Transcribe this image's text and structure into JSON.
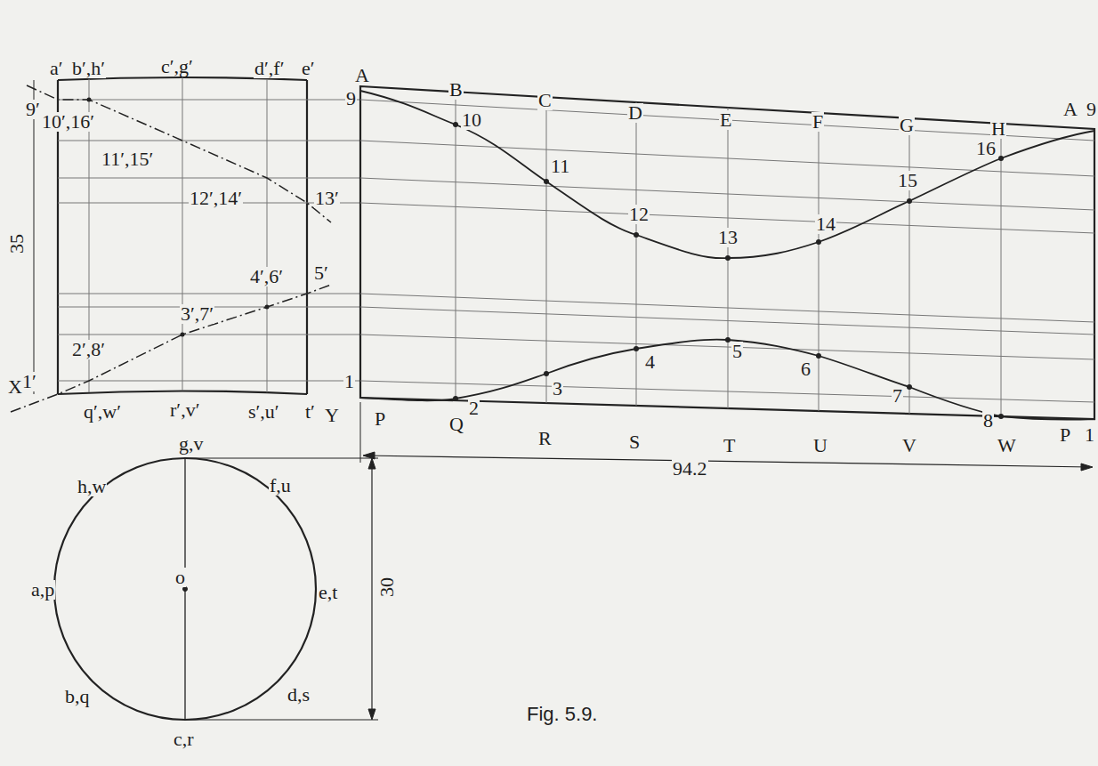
{
  "diagram": {
    "caption": "Fig. 5.9.",
    "labels": [
      "a′",
      "b′,h′",
      "c′,g′",
      "d′,f′",
      "e′",
      "9′",
      "10′,16′",
      "11′,15′",
      "12′,14′",
      "13′",
      "4′,6′",
      "5′",
      "3′,7′",
      "2′,8′",
      "X",
      "1′",
      "q′,w′",
      "r′,v′",
      "s′,u′",
      "t′",
      "Y",
      "35",
      "g,v",
      "h,w",
      "f,u",
      "o",
      "a,p",
      "e,t",
      "b,q",
      "d,s",
      "c,r",
      "30",
      "A",
      "9",
      "B",
      "10",
      "C",
      "11",
      "D",
      "12",
      "E",
      "13",
      "F",
      "14",
      "G",
      "15",
      "H",
      "16",
      "A",
      "9",
      "1",
      "P",
      "Q",
      "2",
      "3",
      "R",
      "4",
      "S",
      "5",
      "T",
      "94.2",
      "6",
      "U",
      "7",
      "V",
      "8",
      "W",
      "P",
      "1"
    ]
  }
}
